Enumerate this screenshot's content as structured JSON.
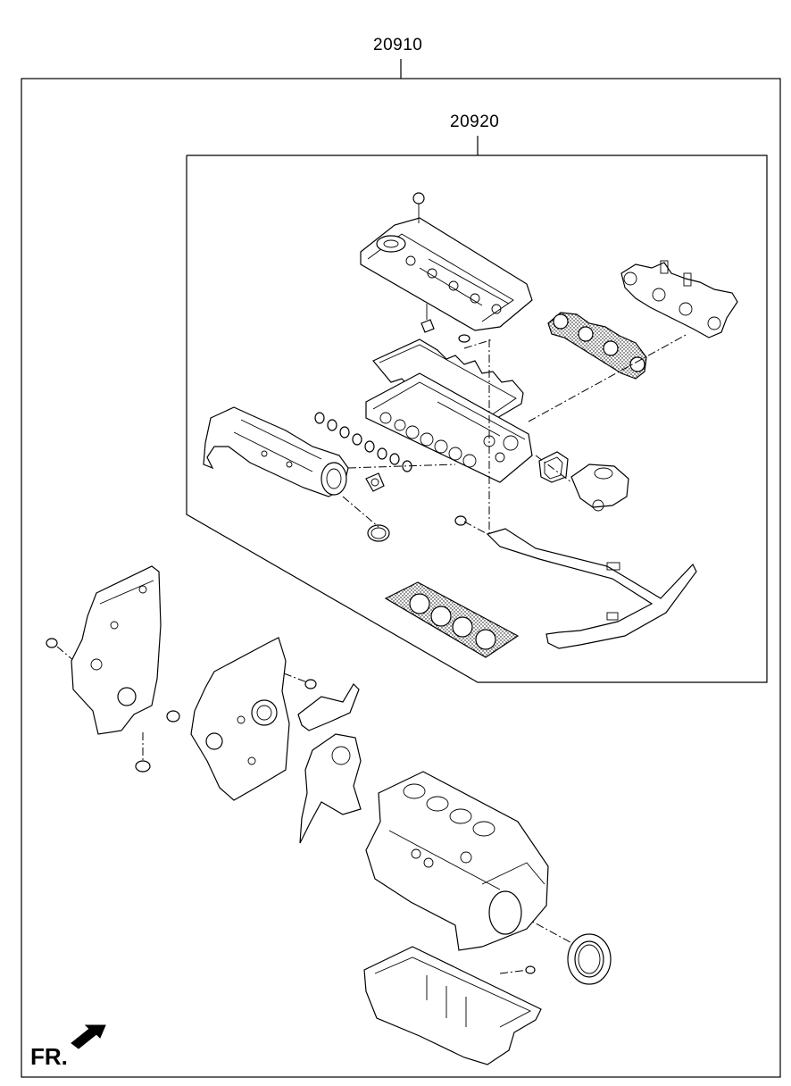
{
  "diagram": {
    "outer_kit_label": "20910",
    "inner_kit_label": "20920",
    "direction_label": "FR."
  },
  "icons": {
    "front_arrow": "front-direction-arrow-icon"
  }
}
